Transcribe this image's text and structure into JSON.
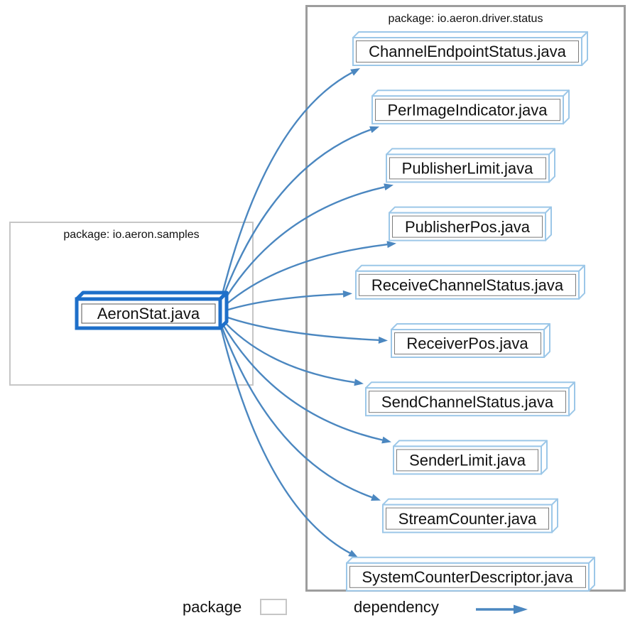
{
  "diagram": {
    "source_package": {
      "title": "package: io.aeron.samples",
      "nodes": [
        "AeronStat.java"
      ],
      "highlighted_node": "AeronStat.java"
    },
    "target_package": {
      "title": "package: io.aeron.driver.status",
      "nodes": [
        "ChannelEndpointStatus.java",
        "PerImageIndicator.java",
        "PublisherLimit.java",
        "PublisherPos.java",
        "ReceiveChannelStatus.java",
        "ReceiverPos.java",
        "SendChannelStatus.java",
        "SenderLimit.java",
        "StreamCounter.java",
        "SystemCounterDescriptor.java"
      ]
    },
    "edges": [
      {
        "from": "AeronStat.java",
        "to": "ChannelEndpointStatus.java"
      },
      {
        "from": "AeronStat.java",
        "to": "PerImageIndicator.java"
      },
      {
        "from": "AeronStat.java",
        "to": "PublisherLimit.java"
      },
      {
        "from": "AeronStat.java",
        "to": "PublisherPos.java"
      },
      {
        "from": "AeronStat.java",
        "to": "ReceiveChannelStatus.java"
      },
      {
        "from": "AeronStat.java",
        "to": "ReceiverPos.java"
      },
      {
        "from": "AeronStat.java",
        "to": "SendChannelStatus.java"
      },
      {
        "from": "AeronStat.java",
        "to": "SenderLimit.java"
      },
      {
        "from": "AeronStat.java",
        "to": "StreamCounter.java"
      },
      {
        "from": "AeronStat.java",
        "to": "SystemCounterDescriptor.java"
      }
    ]
  },
  "legend": {
    "package_label": "package",
    "dependency_label": "dependency"
  },
  "colors": {
    "edge": "#4b87c0",
    "node_border": "#9cc7e8",
    "highlighted_node_border": "#1e6fc9",
    "node_inner_border": "#7c7c7c",
    "package_border_left": "#c6c6c6",
    "package_border_right": "#9d9d9d",
    "text": "#111111"
  }
}
